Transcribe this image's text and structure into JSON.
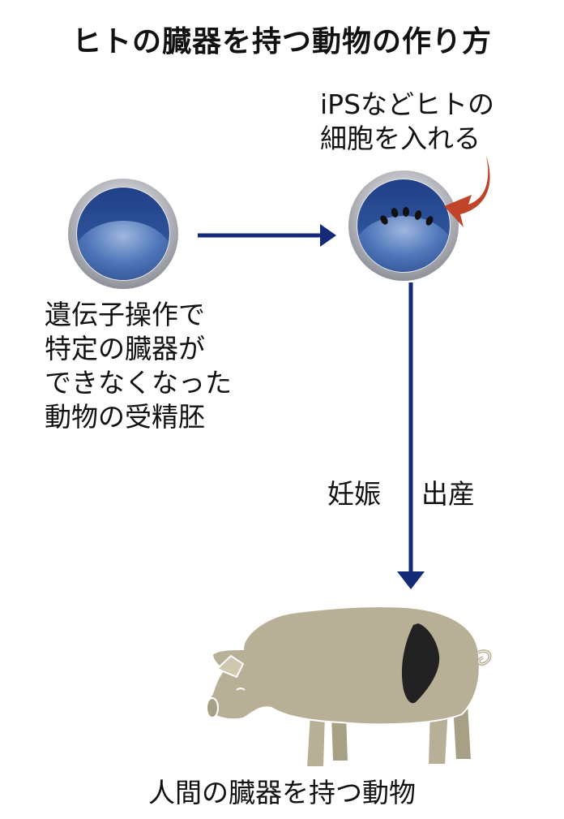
{
  "title": "ヒトの臓器を持つ動物の作り方",
  "ips_note": [
    "iPSなどヒトの",
    "細胞を入れる"
  ],
  "embryo_description": [
    "遺伝子操作で",
    "特定の臓器が",
    "できなくなった",
    "動物の受精胚"
  ],
  "step_pregnancy": "妊娠",
  "step_birth": "出産",
  "result_label": "人間の臓器を持つ動物",
  "colors": {
    "arrow": "#142a78",
    "insert_arrow": "#c0442a",
    "embryo_blue": "#3a5a9c",
    "ring_silver": "#c8c8cc",
    "pig_body": "#b8b096",
    "organ": "#222222"
  },
  "icons": [
    "embryo-icon",
    "embryo-with-cells-icon",
    "pig-icon",
    "human-organ-icon"
  ]
}
